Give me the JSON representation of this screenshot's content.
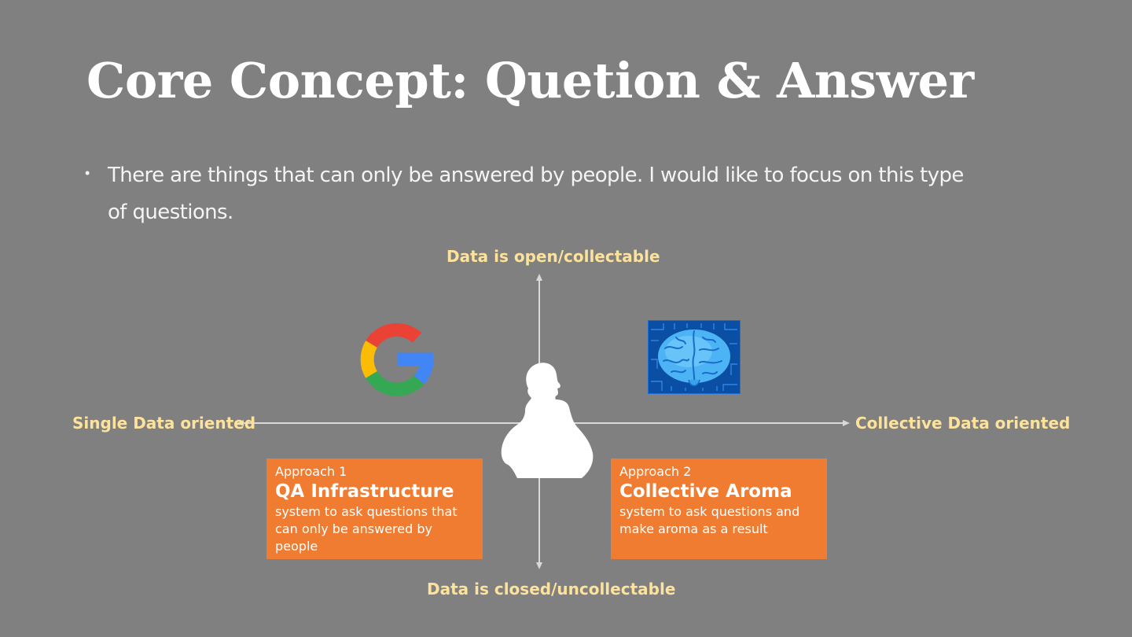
{
  "slide": {
    "title": "Core Concept: Quetion & Answer",
    "bullet": "There are things that can only be answered by people. I would like to focus on this type of questions."
  },
  "diagram": {
    "axis_top": "Data is open/collectable",
    "axis_bottom": "Data is closed/uncollectable",
    "axis_left": "Single Data oriented",
    "axis_right": "Collective Data oriented",
    "quadrant_icons": {
      "top_left": "google-logo-icon",
      "top_right": "brain-circuit-icon",
      "center": "thinking-person-silhouette-icon"
    },
    "approach_1": {
      "kicker": "Approach 1",
      "title": "QA Infrastructure",
      "description": "system to ask questions that can only be answered by people"
    },
    "approach_2": {
      "kicker": "Approach 2",
      "title": "Collective Aroma",
      "description": "system to ask questions and make aroma as a result"
    }
  },
  "colors": {
    "background": "#808080",
    "axis_label": "#fce29a",
    "card": "#ef7c31",
    "axis_line": "#d9d9d9"
  }
}
